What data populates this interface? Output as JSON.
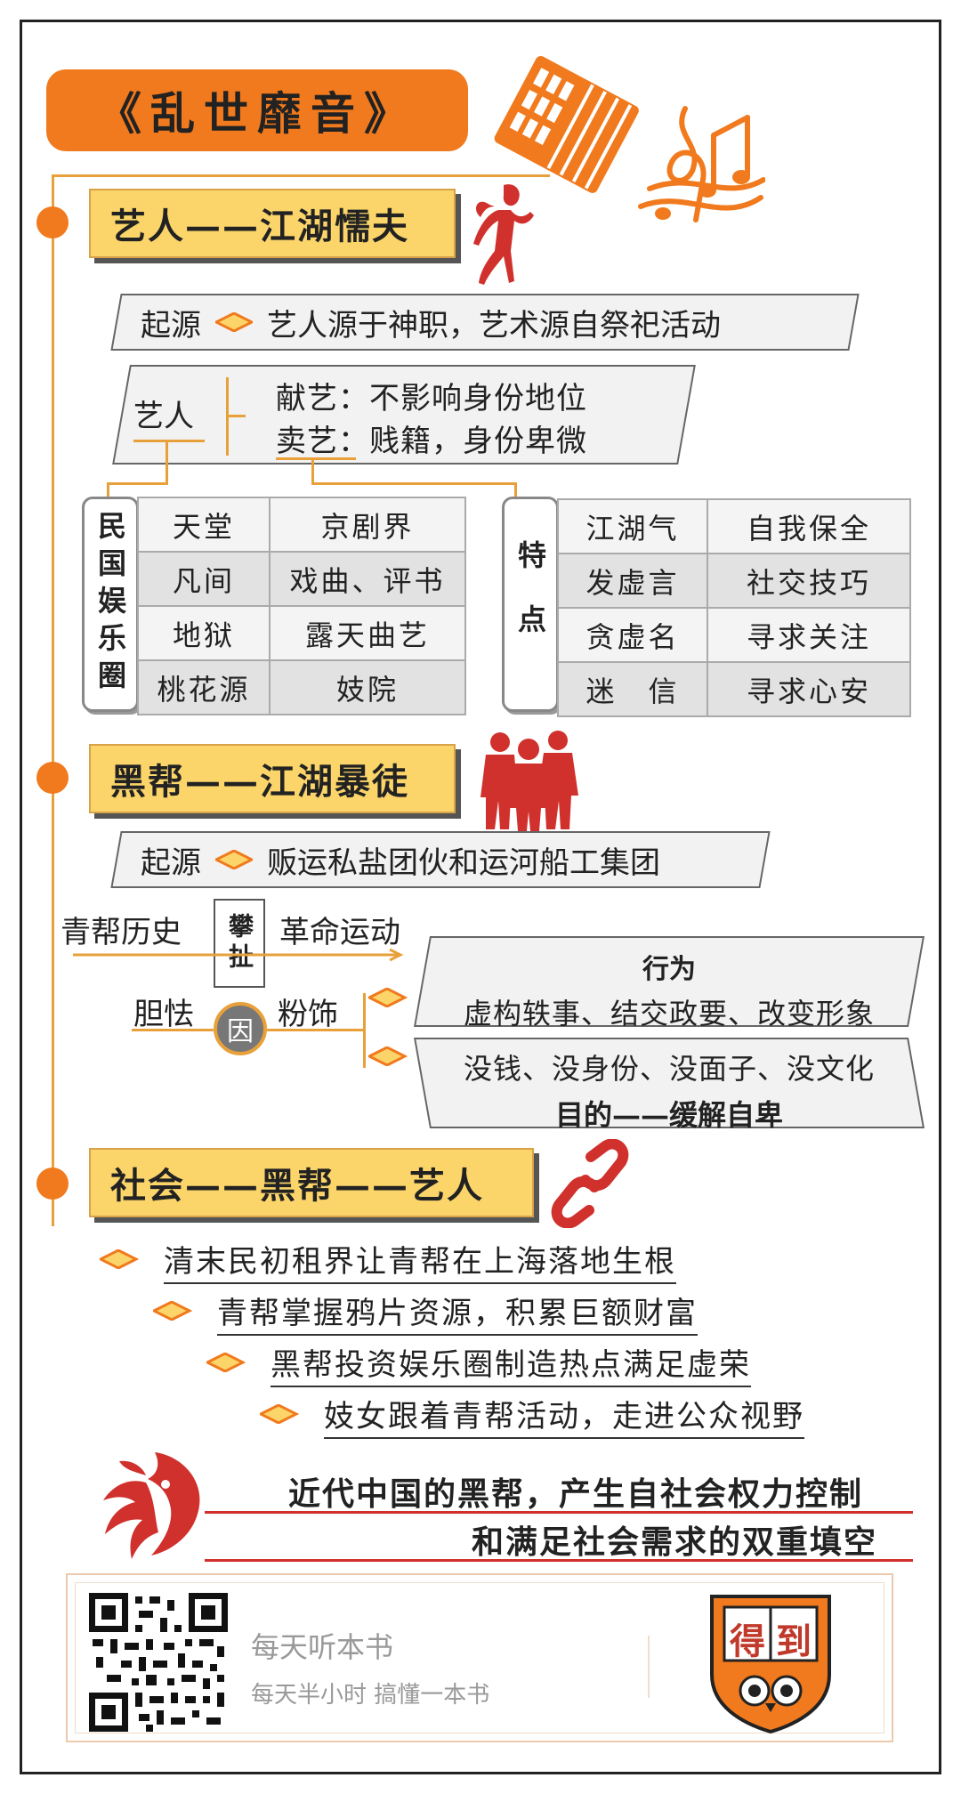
{
  "title": "《乱世靡音》",
  "section1": {
    "heading": "艺人——江湖懦夫",
    "origin_label": "起源",
    "origin_text": "艺人源于神职，艺术源自祭祀活动",
    "artist_label": "艺人",
    "artist_lines": [
      "献艺：不影响身份地位",
      "卖艺：贱籍，身份卑微"
    ],
    "circle_label": "民国娱乐圈",
    "circle_rows": [
      [
        "天堂",
        "京剧界"
      ],
      [
        "凡间",
        "戏曲、评书"
      ],
      [
        "地狱",
        "露天曲艺"
      ],
      [
        "桃花源",
        "妓院"
      ]
    ],
    "trait_label": "特点",
    "trait_rows": [
      [
        "江湖气",
        "自我保全"
      ],
      [
        "发虚言",
        "社交技巧"
      ],
      [
        "贪虚名",
        "寻求关注"
      ],
      [
        "迷　信",
        "寻求心安"
      ]
    ]
  },
  "section2": {
    "heading": "黑帮——江湖暴徒",
    "origin_label": "起源",
    "origin_text": "贩运私盐团伙和运河船工集团",
    "history_label": "青帮历史",
    "climb_label": "攀扯",
    "revolution_label": "革命运动",
    "timid_label": "胆怯",
    "cause_label": "因",
    "decorate_label": "粉饰",
    "behavior_title": "行为",
    "behavior_text": "虚构轶事、结交政要、改变形象",
    "purpose_text": "没钱、没身份、没面子、没文化",
    "purpose_title": "目的——缓解自卑"
  },
  "section3": {
    "heading": "社会——黑帮——艺人",
    "items": [
      "清末民初租界让青帮在上海落地生根",
      "青帮掌握鸦片资源，积累巨额财富",
      "黑帮投资娱乐圈制造热点满足虚荣",
      "妓女跟着青帮活动，走进公众视野"
    ],
    "conclusion_lines": [
      "近代中国的黑帮，产生自社会权力控制",
      "和满足社会需求的双重填空"
    ]
  },
  "footer": {
    "line1": "每天听本书",
    "line2": "每天半小时  搞懂一本书",
    "logo_text": [
      "得",
      "到"
    ]
  },
  "colors": {
    "orange": "#f07a1d",
    "gold": "#fbd56a",
    "red": "#d0312d"
  }
}
